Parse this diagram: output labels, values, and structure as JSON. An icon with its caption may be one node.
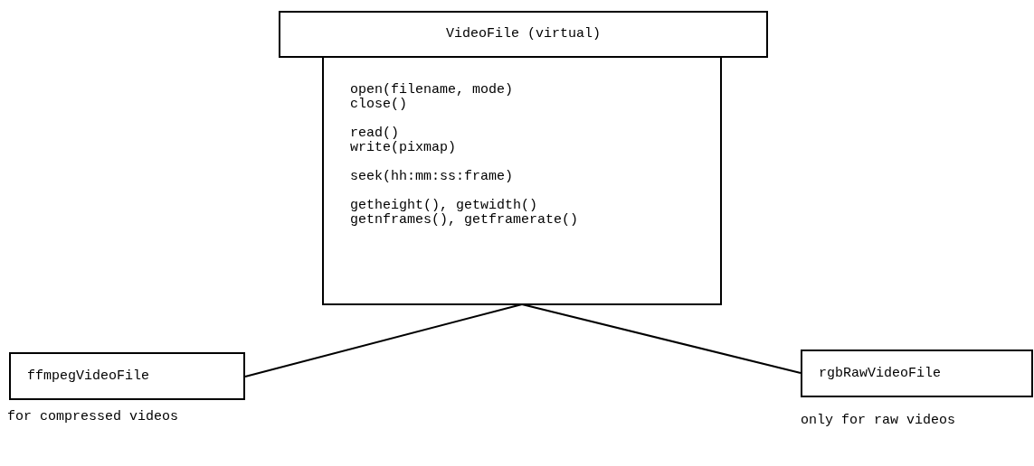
{
  "diagram": {
    "nodes": [
      {
        "text": [
          "VideoFile (virtual)"
        ]
      },
      {
        "text": [
          "open(filename, mode)",
          "close()",
          "read()",
          "write(pixmap)",
          "seek(hh:mm:ss:frame)",
          "getheight(), getwidth()",
          "getnframes(), getframerate()"
        ]
      },
      {
        "text": [
          "ffmpegVideoFile"
        ],
        "beside": [
          "for compressed videos"
        ]
      },
      {
        "text": [
          "rgbRawVideoFile"
        ],
        "beside": [
          "only for raw videos"
        ]
      }
    ],
    "edges": [
      {
        "from": 1,
        "to": 2,
        "arrow": "none"
      },
      {
        "from": 1,
        "to": 3,
        "arrow": "none"
      }
    ]
  }
}
